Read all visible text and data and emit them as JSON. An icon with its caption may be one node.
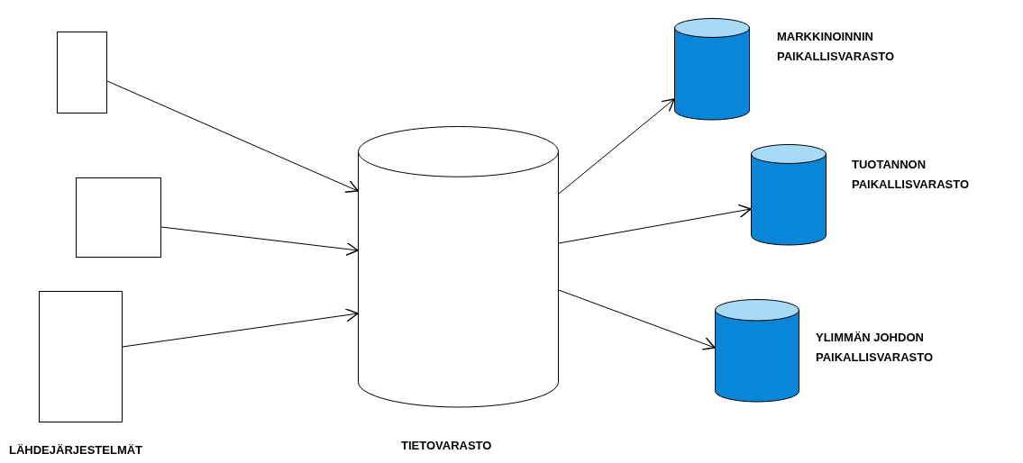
{
  "diagram": {
    "nodes": [
      {
        "text": [],
        "shape": "box"
      },
      {
        "text": [],
        "shape": "box"
      },
      {
        "text": [],
        "shape": "box"
      },
      {
        "text": [],
        "shape": "cylinder",
        "beside": [
          "TIETOVARASTO"
        ]
      },
      {
        "text": [],
        "shape": "cylinder",
        "beside": [
          "MARKKINOINNIN PAIKALLISVARASTO"
        ]
      },
      {
        "text": [],
        "shape": "cylinder",
        "beside": [
          "TUOTANNON PAIKALLISVARASTO"
        ]
      },
      {
        "text": [],
        "shape": "cylinder",
        "beside": [
          "YLIMMÄN JOHDON PAIKALLISVARASTO"
        ]
      }
    ],
    "edges": [
      {
        "from": 0,
        "to": 3,
        "arrow": "to"
      },
      {
        "from": 1,
        "to": 3,
        "arrow": "to"
      },
      {
        "from": 2,
        "to": 3,
        "arrow": "to"
      },
      {
        "from": 3,
        "to": 4,
        "arrow": "to"
      },
      {
        "from": 3,
        "to": 5,
        "arrow": "to"
      },
      {
        "from": 3,
        "to": 6,
        "arrow": "to"
      }
    ],
    "labels": [
      "LÄHDEJÄRJESTELMÄT"
    ]
  }
}
